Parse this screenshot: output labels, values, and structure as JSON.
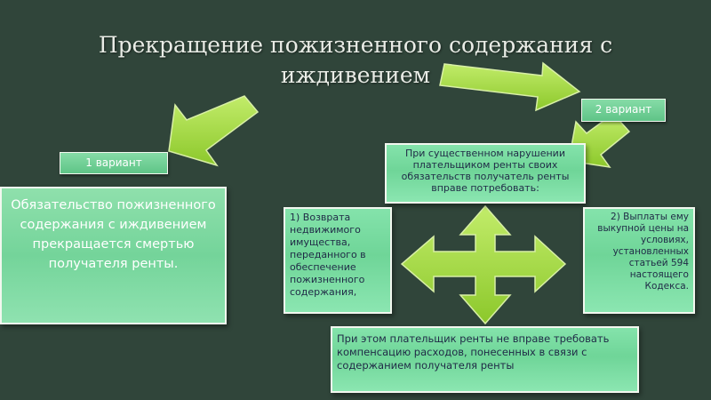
{
  "title": "Прекращение пожизненного содержания с иждивением",
  "variant1": {
    "label": "1 вариант",
    "text": "Обязательство пожизненного содержания с иждивением прекращается смертью получателя ренты."
  },
  "variant2": {
    "label": "2 вариант",
    "header": "При существенном нарушении плательщиком ренты своих обязательств получатель ренты вправе потребовать:",
    "option1": "1) Возврата недвижимого имущества, переданного в обеспечение пожизненного содержания,",
    "option2": "2) Выплаты ему выкупной цены на условиях, установленных статьей 594 настоящего Кодекса.",
    "note": "При этом плательщик ренты не вправе требовать компенсацию расходов, понесенных в связи с содержанием получателя ренты"
  },
  "colors": {
    "background": "#30453a",
    "box": "#78d89e",
    "arrow": "#9bd63a"
  }
}
